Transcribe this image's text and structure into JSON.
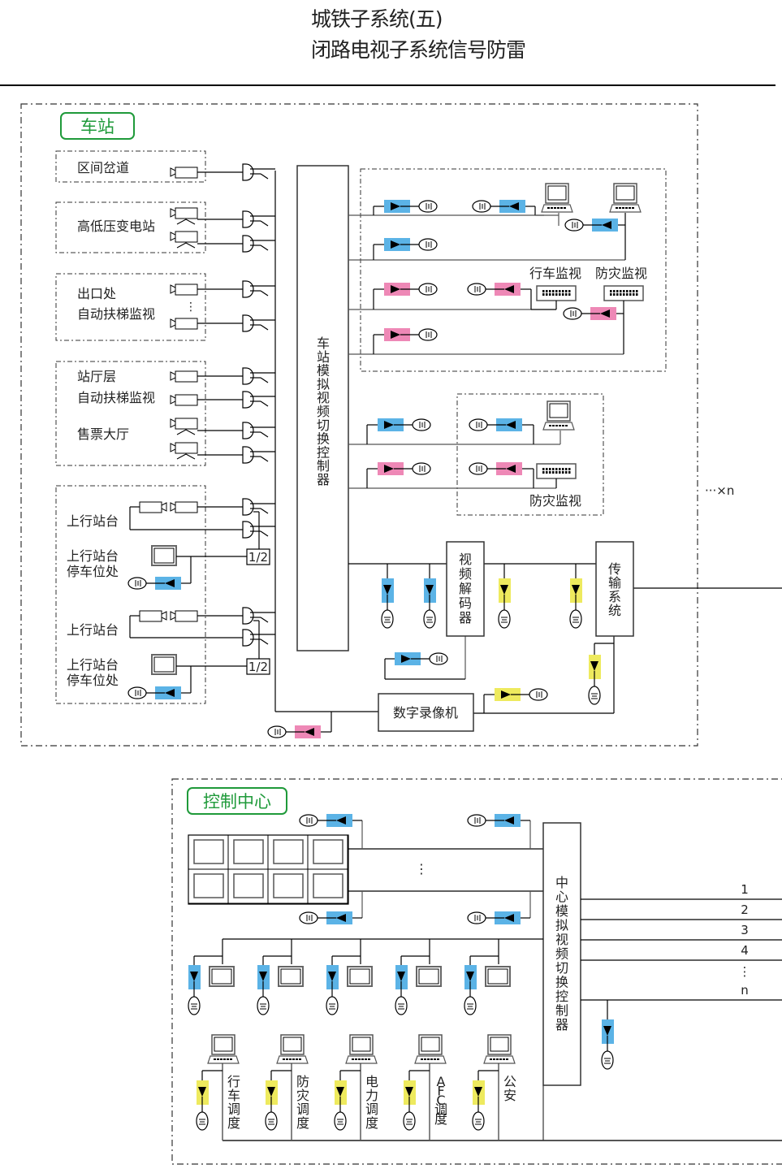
{
  "header": {
    "title_line1": "城铁子系统(五)",
    "title_line2": "闭路电视子系统信号防雷"
  },
  "colors": {
    "blue_protector": "#5bb3e6",
    "pink_protector": "#ee88b6",
    "yellow_protector": "#eeea5e",
    "section_green": "#1f9a3a"
  },
  "station": {
    "section_label": "车站",
    "areas": {
      "interval_turnout": "区间岔道",
      "substation": "高低压变电站",
      "exit_line1": "出口处",
      "exit_line2": "自动扶梯监视",
      "hall_line1": "站厅层",
      "hall_line2": "自动扶梯监视",
      "ticket_hall": "售票大厅",
      "platform_up_1": "上行站台",
      "platform_stop_1_line1": "上行站台",
      "platform_stop_1_line2": "停车位处",
      "platform_up_2": "上行站台",
      "platform_stop_2_line1": "上行站台",
      "platform_stop_2_line2": "停车位处"
    },
    "splitter_label": "1/2",
    "controller_label": "车站模拟视频切换控制器",
    "monitor_labels": {
      "train_monitor": "行车监视",
      "fire_monitor": "防灾监视",
      "fire_monitor_2": "防灾监视"
    },
    "decoder_label": "视频解码器",
    "transmission_label": "传输系统",
    "dvr_label": "数字录像机",
    "repeat_label": "···×n"
  },
  "control_center": {
    "section_label": "控制中心",
    "controller_label": "中心模拟视频切换控制器",
    "video_wall_ellipsis": "⋮",
    "output_lines": [
      "1",
      "2",
      "3",
      "4",
      "⋮",
      "n"
    ],
    "workstations": [
      "行车调度",
      "防灾调度",
      "电力调度",
      "AFC调度",
      "公安"
    ]
  }
}
